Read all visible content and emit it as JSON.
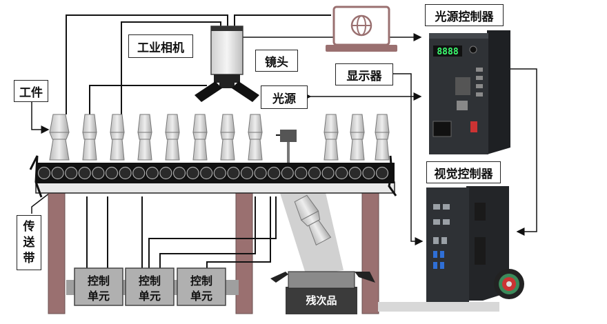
{
  "labels": {
    "camera": "工业相机",
    "lens": "镜头",
    "workpiece": "工件",
    "light": "光源",
    "display": "显示器",
    "light_controller": "光源控制器",
    "vision_controller": "视觉控制器",
    "conveyor": [
      "传",
      "送",
      "带"
    ],
    "reject_bin": "残次品"
  },
  "control_units": [
    {
      "line1": "控制",
      "line2": "单元"
    },
    {
      "line1": "控制",
      "line2": "单元"
    },
    {
      "line1": "控制",
      "line2": "单元"
    }
  ],
  "light_controller_display": "8888",
  "colors": {
    "leg": "#9a7070",
    "belt_frame": "#e9e9e9",
    "roller": "#222222",
    "device_dark": "#2a2c30",
    "display_green": "#3cff70",
    "workpiece": "#d0d0d0"
  }
}
